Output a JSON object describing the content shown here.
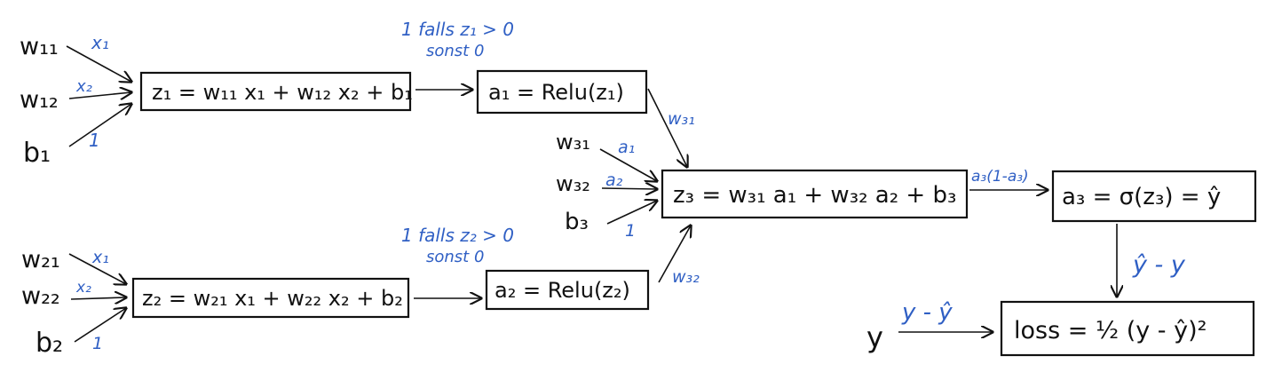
{
  "colors": {
    "ink": "#111111",
    "annotation": "#2f5fc4"
  },
  "top_neuron": {
    "inputs": [
      {
        "weight": "w₁₁",
        "value": "x₁"
      },
      {
        "weight": "w₁₂",
        "value": "x₂"
      },
      {
        "weight": "b₁",
        "value": "1"
      }
    ],
    "sum": "z₁ = w₁₁ x₁ + w₁₂ x₂ + b₁",
    "activation": "a₁ = Relu(z₁)",
    "note_line1": "1 falls z₁ > 0",
    "note_line2": "sonst 0",
    "out_weight": "w₃₁"
  },
  "bottom_neuron": {
    "inputs": [
      {
        "weight": "w₂₁",
        "value": "x₁"
      },
      {
        "weight": "w₂₂",
        "value": "x₂"
      },
      {
        "weight": "b₂",
        "value": "1"
      }
    ],
    "sum": "z₂ = w₂₁ x₁ + w₂₂ x₂ + b₂",
    "activation": "a₂ = Relu(z₂)",
    "note_line1": "1 falls z₂ > 0",
    "note_line2": "sonst 0",
    "out_weight": "w₃₂"
  },
  "output_neuron": {
    "inputs": [
      {
        "weight": "w₃₁",
        "value": "a₁"
      },
      {
        "weight": "w₃₂",
        "value": "a₂"
      },
      {
        "weight": "b₃",
        "value": "1"
      }
    ],
    "sum": "z₃ = w₃₁ a₁ + w₃₂ a₂ + b₃",
    "derivative": "a₃(1-a₃)",
    "activation": "a₃ = σ(z₃) = ŷ",
    "loss_derivative": "ŷ - y"
  },
  "loss": {
    "target": "y",
    "derivative": "y - ŷ",
    "expression": "loss = ½ (y - ŷ)²"
  }
}
